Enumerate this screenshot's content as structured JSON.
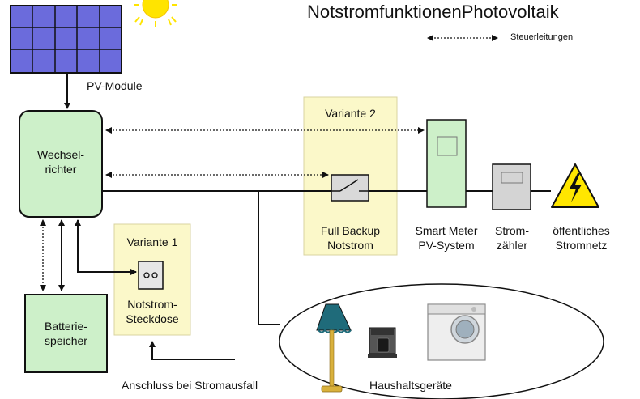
{
  "title": "NotstromfunktionenPhotovoltaik",
  "legend": {
    "label": "Steuerleitungen"
  },
  "components": {
    "pv_modules": "PV-Module",
    "inverter": "Wechsel-\nrichter",
    "battery": "Batterie-\nspeicher",
    "variant1_title": "Variante 1",
    "emergency_socket": "Notstrom-\nSteckdose",
    "variant2_title": "Variante 2",
    "full_backup": "Full Backup\nNotstrom",
    "smart_meter": "Smart Meter\nPV-System",
    "electricity_meter": "Strom-\nzähler",
    "public_grid": "öffentliches\nStromnetz",
    "household": "Haushaltsgeräte",
    "connection_note": "Anschluss bei Stromausfall"
  },
  "colors": {
    "panel": "#6b6bdc",
    "green_box": "#cdf0c9",
    "variant_box": "#fbf8c9",
    "meter": "#d4d4d4",
    "sun": "#ffe400",
    "warning": "#ffe600"
  },
  "icons": [
    "sun-icon",
    "solar-panel-icon",
    "switch-icon",
    "socket-icon",
    "high-voltage-icon",
    "floor-lamp-icon",
    "coffee-machine-icon",
    "washing-machine-icon"
  ]
}
